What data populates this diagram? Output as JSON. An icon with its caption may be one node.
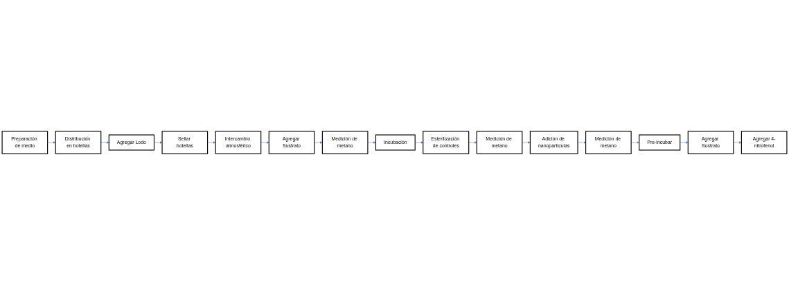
{
  "diagram": {
    "nodes": [
      {
        "text": [
          "Preparación de medio"
        ]
      },
      {
        "text": [
          "Distribución en botellas"
        ]
      },
      {
        "text": [
          "Agregar Lodo"
        ]
      },
      {
        "text": [
          "Sellar botellas"
        ]
      },
      {
        "text": [
          "Intercambio atmosférico"
        ]
      },
      {
        "text": [
          "Agregar Sustrato"
        ]
      },
      {
        "text": [
          "Medición de metano"
        ]
      },
      {
        "text": [
          "Incubación"
        ]
      },
      {
        "text": [
          "Esterilización de controles"
        ]
      },
      {
        "text": [
          "Medición de metano"
        ]
      },
      {
        "text": [
          "Adición de nanopartículas"
        ]
      },
      {
        "text": [
          "Medición de metano"
        ]
      },
      {
        "text": [
          "Pre-incubar"
        ]
      },
      {
        "text": [
          "Agregar Sustrato"
        ]
      },
      {
        "text": [
          "Agregar 4-nitrofenol"
        ]
      }
    ],
    "edges": [
      {
        "from": 0,
        "to": 1,
        "arrow": "to"
      },
      {
        "from": 1,
        "to": 2,
        "arrow": "to"
      },
      {
        "from": 2,
        "to": 3,
        "arrow": "to"
      },
      {
        "from": 3,
        "to": 4,
        "arrow": "to"
      },
      {
        "from": 4,
        "to": 5,
        "arrow": "to"
      },
      {
        "from": 5,
        "to": 6,
        "arrow": "to"
      },
      {
        "from": 6,
        "to": 7,
        "arrow": "to"
      },
      {
        "from": 7,
        "to": 8,
        "arrow": "to"
      },
      {
        "from": 8,
        "to": 9,
        "arrow": "to"
      },
      {
        "from": 9,
        "to": 10,
        "arrow": "to"
      },
      {
        "from": 10,
        "to": 11,
        "arrow": "to"
      },
      {
        "from": 11,
        "to": 12,
        "arrow": "to"
      },
      {
        "from": 12,
        "to": 13,
        "arrow": "to"
      },
      {
        "from": 13,
        "to": 14,
        "arrow": "to"
      }
    ]
  }
}
